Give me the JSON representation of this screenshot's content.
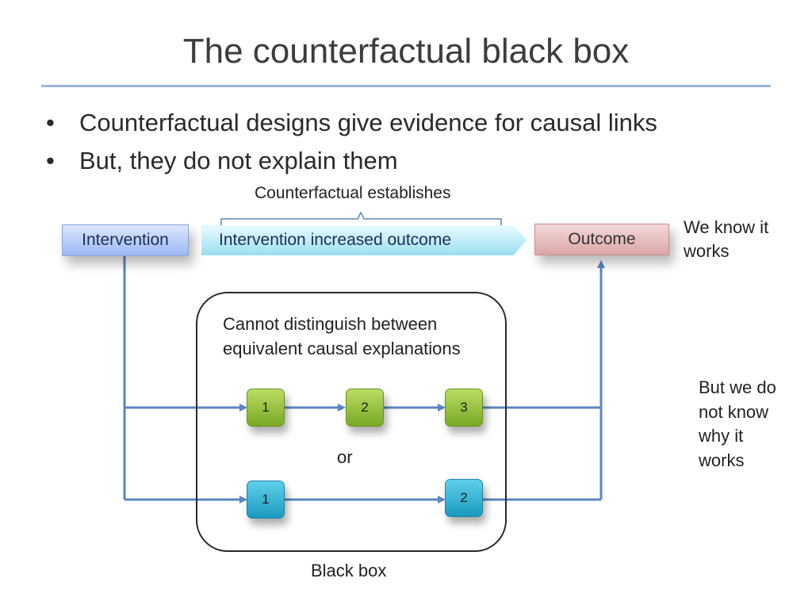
{
  "slide": {
    "title": "The counterfactual black box",
    "bullets": [
      "Counterfactual designs give evidence for causal links",
      "But, they do not explain them"
    ]
  },
  "diagram": {
    "brace_label": "Counterfactual establishes",
    "intervention": "Intervention",
    "result": "Intervention increased outcome",
    "outcome": "Outcome",
    "we_know_line1": "We know it",
    "we_know_line2": "works",
    "blackbox_text_line1": "Cannot distinguish between",
    "blackbox_text_line2": "equivalent causal explanations",
    "path_a_nodes": [
      "1",
      "2",
      "3"
    ],
    "or_label": "or",
    "path_b_nodes": [
      "1",
      "2"
    ],
    "blackbox_label": "Black box",
    "not_know_lines": [
      "But we do",
      "not know",
      "why it",
      "works"
    ],
    "colors": {
      "connector": "#5b86c4",
      "path_a_node": "#8fc23c",
      "path_b_node": "#2bb3d6",
      "title_rule": "#9db4d6"
    }
  }
}
